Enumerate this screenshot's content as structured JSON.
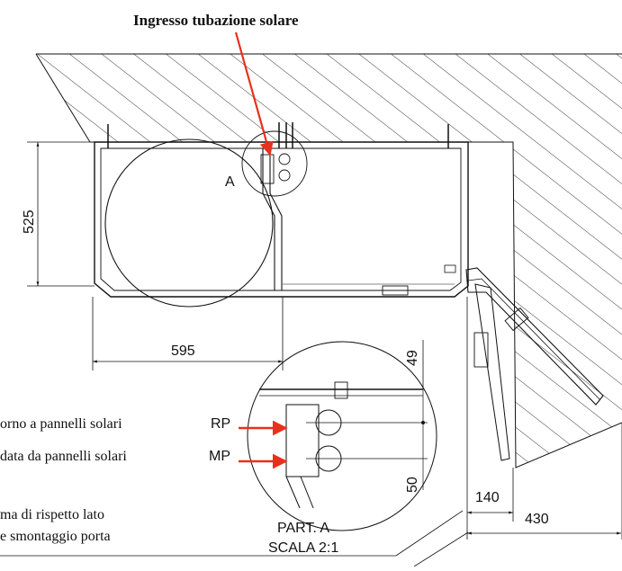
{
  "title": "Ingresso tubazione solare",
  "detail_marker": "A",
  "dimensions": {
    "height_525": "525",
    "width_595": "595",
    "dim_49": "49",
    "dim_50": "50",
    "dim_140": "140",
    "dim_430": "430"
  },
  "detail": {
    "title": "PART. A",
    "scale": "SCALA 2:1"
  },
  "connections": [
    {
      "code": "RP",
      "description": "orno a pannelli solari"
    },
    {
      "code": "MP",
      "description": "data da pannelli solari"
    }
  ],
  "note_lines": [
    "ma di rispetto lato",
    "e smontaggio porta"
  ],
  "colors": {
    "arrow": "#e8301c",
    "line": "#111111"
  }
}
